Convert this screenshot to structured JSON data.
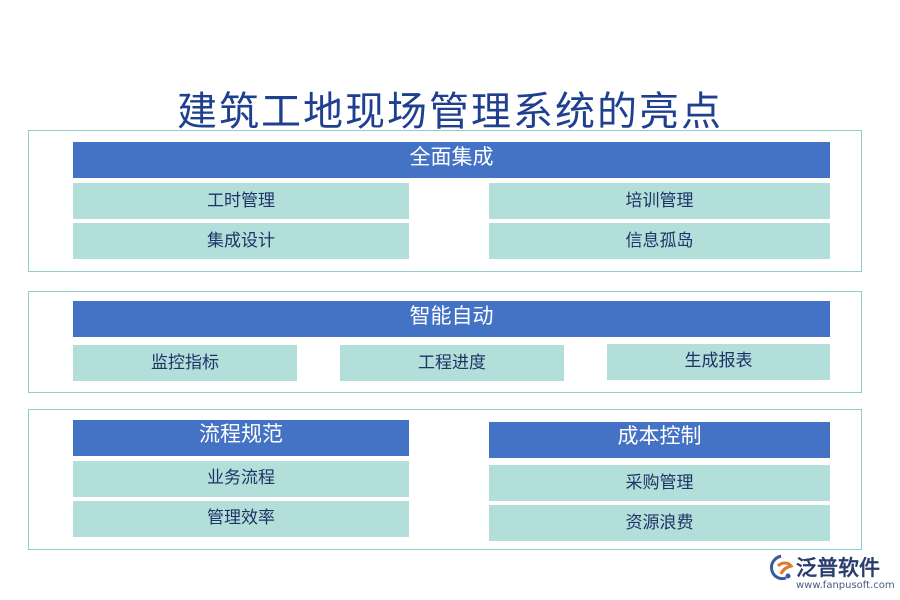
{
  "title": "建筑工地现场管理系统的亮点",
  "section1": {
    "header": "全面集成",
    "left": [
      "工时管理",
      "集成设计"
    ],
    "right": [
      "培训管理",
      "信息孤岛"
    ]
  },
  "section2": {
    "header": "智能自动",
    "items": [
      "监控指标",
      "工程进度",
      "生成报表"
    ]
  },
  "section3": {
    "left": {
      "header": "流程规范",
      "items": [
        "业务流程",
        "管理效率"
      ]
    },
    "right": {
      "header": "成本控制",
      "items": [
        "采购管理",
        "资源浪费"
      ]
    }
  },
  "logo": {
    "name": "泛普软件",
    "url": "www.fanpusoft.com",
    "icon": "fanpu-logo-icon"
  },
  "colors": {
    "header": "#4472c4",
    "cell": "#b2dfd9",
    "border": "#8fcfc9",
    "title": "#1f3f8f"
  }
}
